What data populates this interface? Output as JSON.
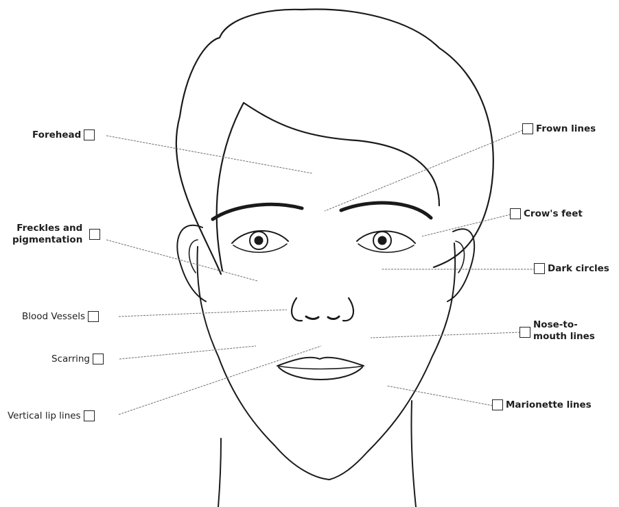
{
  "labels": {
    "forehead": "Forehead",
    "freckles_1": "Freckles and",
    "freckles_2": "pigmentation",
    "blood_vessels": "Blood Vessels",
    "scarring": "Scarring",
    "vertical_lip": "Vertical lip lines",
    "frown": "Frown lines",
    "crows_feet": "Crow's feet",
    "dark_circles": "Dark circles",
    "nose_mouth_1": "Nose-to-",
    "nose_mouth_2": "mouth lines",
    "marionette": "Marionette lines"
  },
  "checked": {
    "forehead": false,
    "freckles": false,
    "blood_vessels": false,
    "scarring": false,
    "vertical_lip": false,
    "frown": false,
    "crows_feet": false,
    "dark_circles": false,
    "nose_mouth": false,
    "marionette": false
  },
  "colors": {
    "line": "#1a1a1a",
    "leader": "#6e6e6e"
  }
}
